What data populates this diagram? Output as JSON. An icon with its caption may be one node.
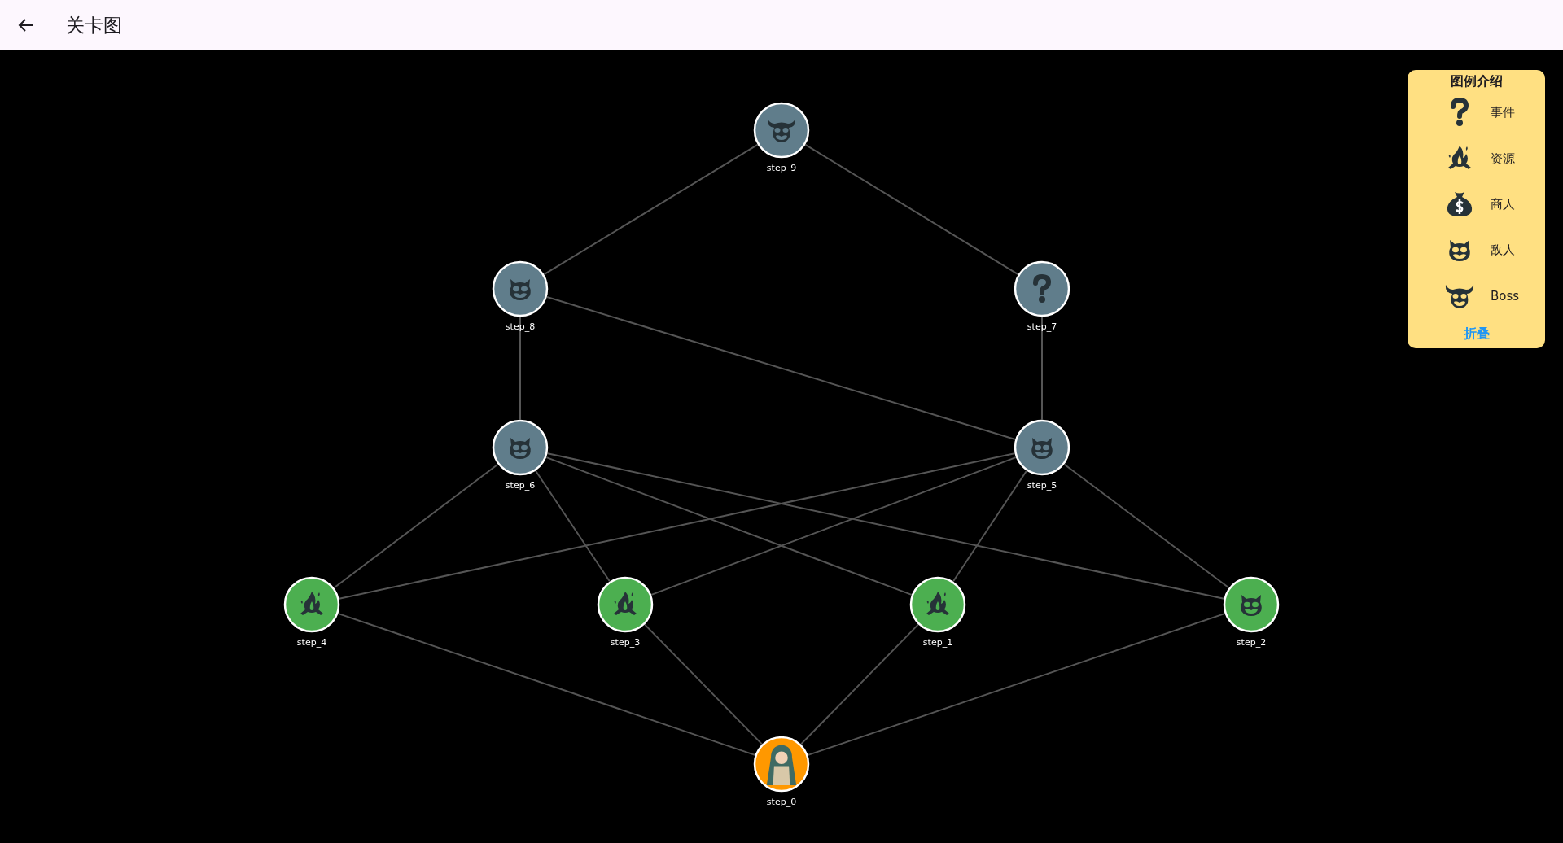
{
  "diagram": {
    "title": "关卡图",
    "nodes": [
      {
        "text": [
          "step_9"
        ]
      },
      {
        "text": [
          "step_8"
        ]
      },
      {
        "text": [
          "step_7"
        ]
      },
      {
        "text": [
          "step_6"
        ]
      },
      {
        "text": [
          "step_5"
        ]
      },
      {
        "text": [
          "step_4"
        ]
      },
      {
        "text": [
          "step_3"
        ]
      },
      {
        "text": [
          "step_1"
        ]
      },
      {
        "text": [
          "step_2"
        ]
      },
      {
        "text": [
          "step_0"
        ]
      }
    ],
    "edges": [
      {
        "from": 0,
        "to": 1,
        "arrow": "none"
      },
      {
        "from": 0,
        "to": 2,
        "arrow": "none"
      },
      {
        "from": 1,
        "to": 3,
        "arrow": "none"
      },
      {
        "from": 1,
        "to": 4,
        "arrow": "none"
      },
      {
        "from": 2,
        "to": 4,
        "arrow": "none"
      },
      {
        "from": 3,
        "to": 5,
        "arrow": "none"
      },
      {
        "from": 3,
        "to": 6,
        "arrow": "none"
      },
      {
        "from": 3,
        "to": 7,
        "arrow": "none"
      },
      {
        "from": 3,
        "to": 8,
        "arrow": "none"
      },
      {
        "from": 4,
        "to": 5,
        "arrow": "none"
      },
      {
        "from": 4,
        "to": 6,
        "arrow": "none"
      },
      {
        "from": 4,
        "to": 7,
        "arrow": "none"
      },
      {
        "from": 4,
        "to": 8,
        "arrow": "none"
      },
      {
        "from": 5,
        "to": 9,
        "arrow": "none"
      },
      {
        "from": 6,
        "to": 9,
        "arrow": "none"
      },
      {
        "from": 7,
        "to": 9,
        "arrow": "none"
      },
      {
        "from": 8,
        "to": 9,
        "arrow": "none"
      }
    ],
    "labels": [
      "图例介绍",
      "折叠"
    ],
    "legend": [
      {
        "text": "事件"
      },
      {
        "text": "资源"
      },
      {
        "text": "商人"
      },
      {
        "text": "敌人"
      },
      {
        "text": "Boss"
      }
    ]
  }
}
